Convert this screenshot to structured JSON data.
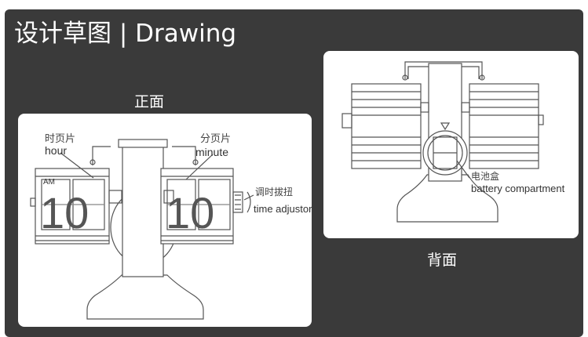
{
  "header": {
    "title": "设计草图 | Drawing"
  },
  "front": {
    "caption": "正面",
    "hour_cn": "时页片",
    "hour_en": "hour",
    "minute_cn": "分页片",
    "minute_en": "minute",
    "am_label": "AM",
    "left_digits": "10",
    "right_digits": "10",
    "adjustor_cn": "调时拔扭",
    "adjustor_en": "time adjustor"
  },
  "back": {
    "caption": "背面",
    "battery_cn": "电池盒",
    "battery_en": "battery compartment"
  }
}
